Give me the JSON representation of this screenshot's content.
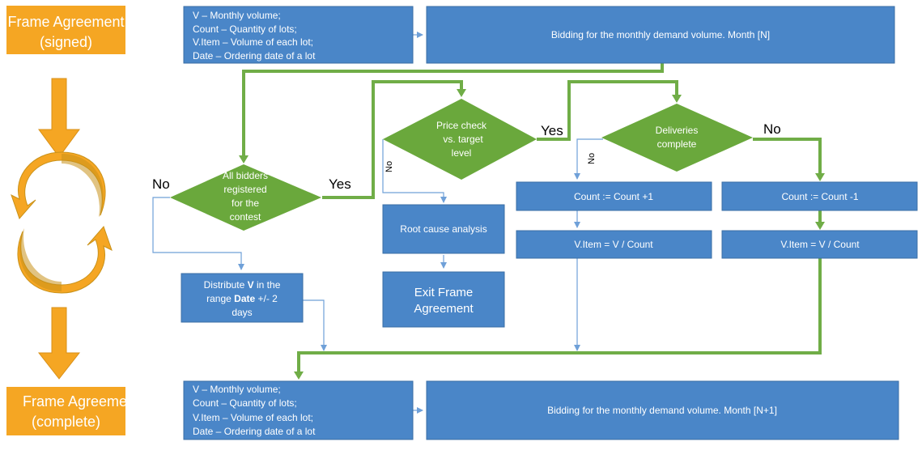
{
  "colors": {
    "orange": "#f5a623",
    "orange_text": "#ffffff",
    "blue": "#4a86c8",
    "blue_border": "#3a6ea5",
    "green": "#6aa83c",
    "green_line": "#70ad47",
    "thin_line": "#6fa0d8",
    "cycle_dark": "#c9921a"
  },
  "start_box": {
    "line1": "Frame Agreement",
    "line2": "(signed)"
  },
  "end_box": {
    "line1": "Frame Agreement",
    "line2": "(complete)"
  },
  "vars_top": {
    "l1": "V – Monthly volume;",
    "l2": "Count – Quantity of lots;",
    "l3": "V.Item – Volume of each lot;",
    "l4": "Date – Ordering date of a lot"
  },
  "vars_bottom": {
    "l1": "V – Monthly volume;",
    "l2": "Count – Quantity of lots;",
    "l3": "V.Item – Volume of each lot;",
    "l4": "Date – Ordering date of a lot"
  },
  "bidding_top": "Bidding for the monthly demand volume. Month [N]",
  "bidding_bottom": "Bidding for the monthly demand volume. Month [N+1]",
  "decision_bidders": {
    "l1": "All bidders",
    "l2": "registered",
    "l3": "for the",
    "l4": "contest"
  },
  "decision_price": {
    "l1": "Price check",
    "l2": "vs. target",
    "l3": "level"
  },
  "decision_deliveries": {
    "l1": "Deliveries",
    "l2": "complete"
  },
  "label_no_bidders": "No",
  "label_yes_bidders": "Yes",
  "label_no_price": "No",
  "label_yes_price": "Yes",
  "label_no_deliveries_left": "No",
  "label_no_deliveries_right": "No",
  "distribute": {
    "l1_pre": "Distribute ",
    "l1_bold": "V",
    "l1_post": " in the",
    "l2_pre": "range  ",
    "l2_bold": "Date",
    "l2_post": " +/- 2",
    "l3": "days"
  },
  "root_cause": "Root cause analysis",
  "exit_frame": {
    "l1": "Exit Frame",
    "l2": "Agreement"
  },
  "count_plus": "Count := Count +1",
  "count_minus": "Count := Count -1",
  "vitem_left": "V.Item =  V / Count",
  "vitem_right": "V.Item =  V / Count"
}
